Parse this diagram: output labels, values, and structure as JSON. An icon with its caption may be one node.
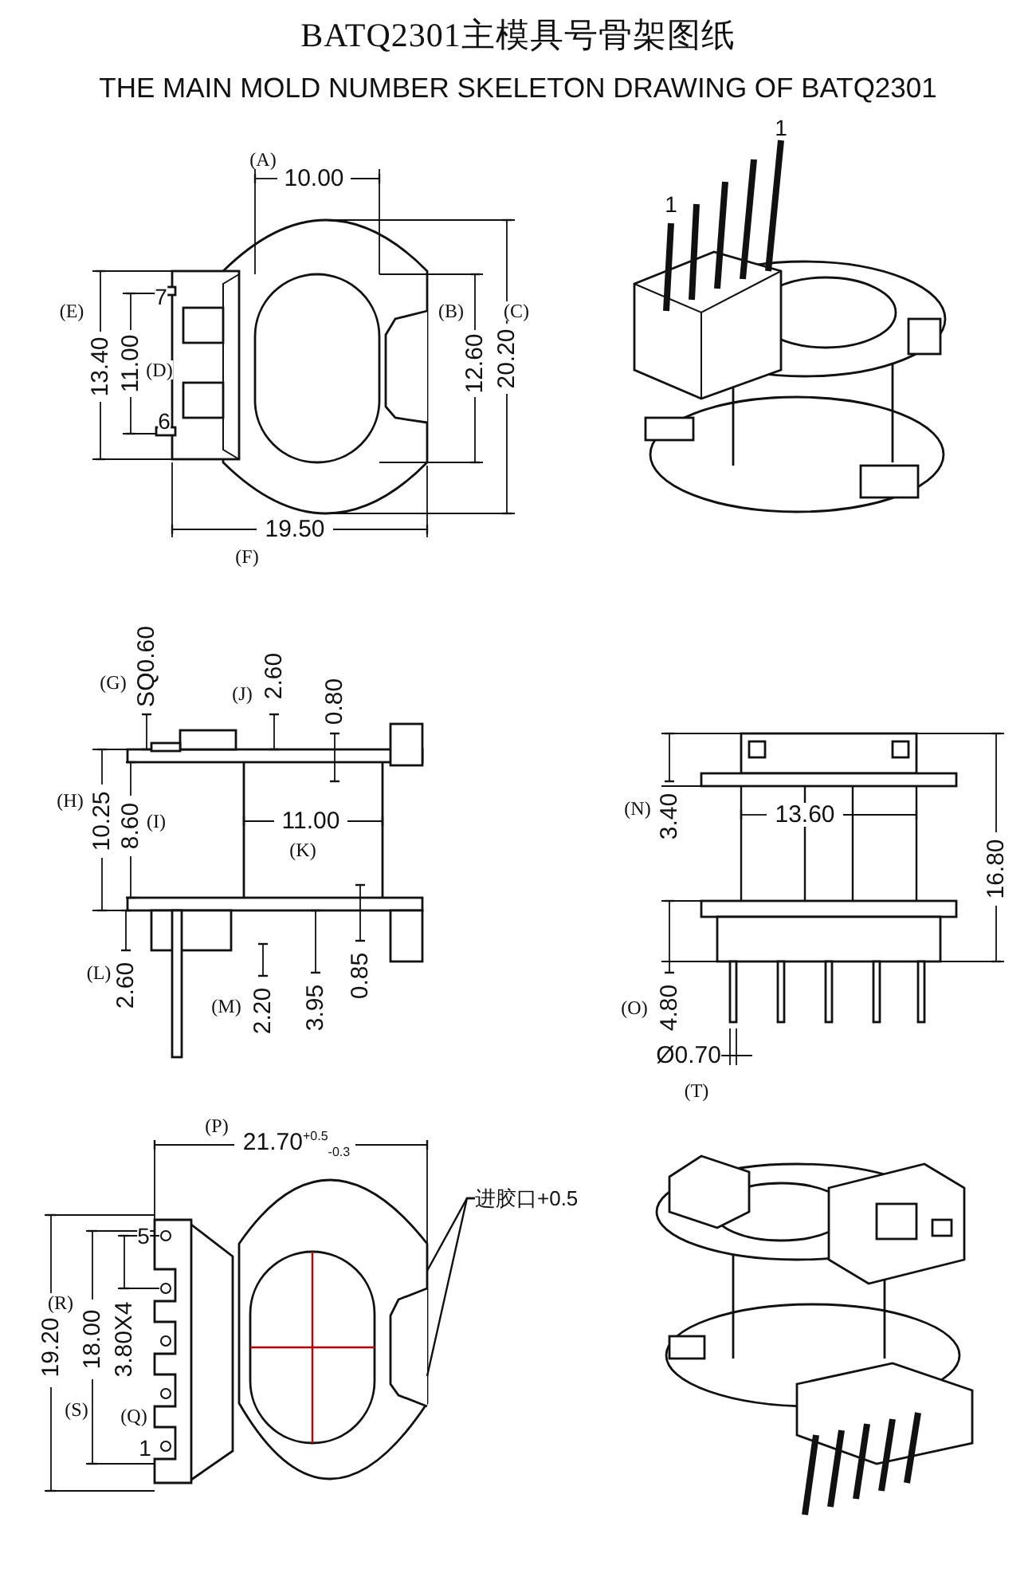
{
  "diagram": {
    "title": "BATQ2301主模具号骨架图纸",
    "caption": "THE MAIN MOLD NUMBER SKELETON DRAWING OF BATQ2301",
    "nodes": [
      {
        "text": [],
        "shape": "picture"
      },
      {
        "text": [
          "进胶口+0.5"
        ]
      }
    ],
    "edges": [
      {
        "from": 1,
        "to": 0,
        "arrow": "none"
      },
      {
        "from": 1,
        "to": 0,
        "arrow": "none"
      }
    ],
    "labels": [
      "(A)",
      "10.00",
      "(E)",
      "7",
      "(B)",
      "(C)",
      "13.40",
      "11.00",
      "(D)",
      "12.60",
      "20.20",
      "6",
      "19.50",
      "(F)",
      "1",
      "1",
      "(G)",
      "SQ0.60",
      "(J)",
      "2.60",
      "0.80",
      "(H)",
      "10.25",
      "8.60",
      "(I)",
      "11.00",
      "(K)",
      "(L)",
      "2.60",
      "(M)",
      "2.20",
      "3.95",
      "0.85",
      "(N)",
      "3.40",
      "13.60",
      "16.80",
      "(O)",
      "4.80",
      "Ø0.70",
      "(T)",
      "(P)",
      "21.70$^{+0.5}$$_{-0.3}$",
      "5",
      "(R)",
      "19.20",
      "18.00",
      "3.80X4",
      "(S)",
      "(Q)",
      "1"
    ]
  }
}
